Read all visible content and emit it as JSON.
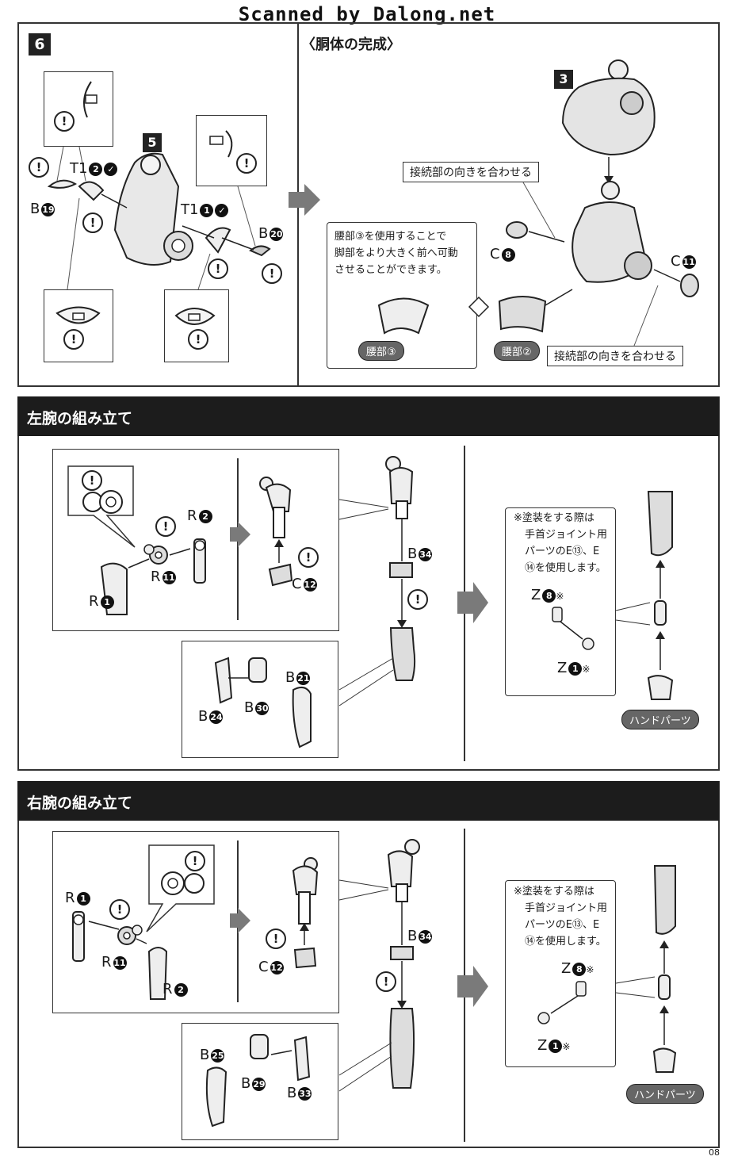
{
  "watermark": "Scanned by Dalong.net",
  "page_number": "08",
  "step6": {
    "step_number": "6",
    "title": "〈胴体の完成〉",
    "sub_step_5": "5",
    "sub_step_3": "3",
    "labels": {
      "t1_2": "T1",
      "t1_2_num": "2",
      "t1_1": "T1",
      "t1_1_num": "1",
      "b19": "B",
      "b19_num": "19",
      "b20": "B",
      "b20_num": "20",
      "c8": "C",
      "c8_num": "8",
      "c11": "C",
      "c11_num": "11"
    },
    "callout_top": "接続部の向きを合わせる",
    "callout_bottom": "接続部の向きを合わせる",
    "note_lines": [
      "腰部③を使用することで",
      "脚部をより大きく前へ可動",
      "させることができます。"
    ],
    "pill_waist3": "腰部③",
    "pill_waist2": "腰部②"
  },
  "left_arm": {
    "title": "左腕の組み立て",
    "labels": {
      "r2": "R",
      "r2_num": "2",
      "r11": "R",
      "r11_num": "11",
      "r1": "R",
      "r1_num": "1",
      "c12": "C",
      "c12_num": "12",
      "b34": "B",
      "b34_num": "34",
      "b21": "B",
      "b21_num": "21",
      "b30": "B",
      "b30_num": "30",
      "b24": "B",
      "b24_num": "24",
      "z8": "Z",
      "z8_num": "8",
      "z1": "Z",
      "z1_num": "1"
    },
    "note_lines": [
      "※塗装をする際は",
      "手首ジョイント用",
      "パーツのE⑬、E",
      "⑭を使用します。"
    ],
    "pill_hand": "ハンドパーツ"
  },
  "right_arm": {
    "title": "右腕の組み立て",
    "labels": {
      "r1": "R",
      "r1_num": "1",
      "r11": "R",
      "r11_num": "11",
      "r2": "R",
      "r2_num": "2",
      "c12": "C",
      "c12_num": "12",
      "b34": "B",
      "b34_num": "34",
      "b25": "B",
      "b25_num": "25",
      "b29": "B",
      "b29_num": "29",
      "b33": "B",
      "b33_num": "33",
      "z8": "Z",
      "z8_num": "8",
      "z1": "Z",
      "z1_num": "1"
    },
    "note_lines": [
      "※塗装をする際は",
      "手首ジョイント用",
      "パーツのE⑬、E",
      "⑭を使用します。"
    ],
    "pill_hand": "ハンドパーツ"
  },
  "colors": {
    "ink": "#1a1a1a",
    "band": "#1c1c1c",
    "arrow_gray": "#7a7a7a",
    "pill": "#666666"
  },
  "icons": [
    "exclamation-icon",
    "cement-icon",
    "arrow-right-icon"
  ]
}
